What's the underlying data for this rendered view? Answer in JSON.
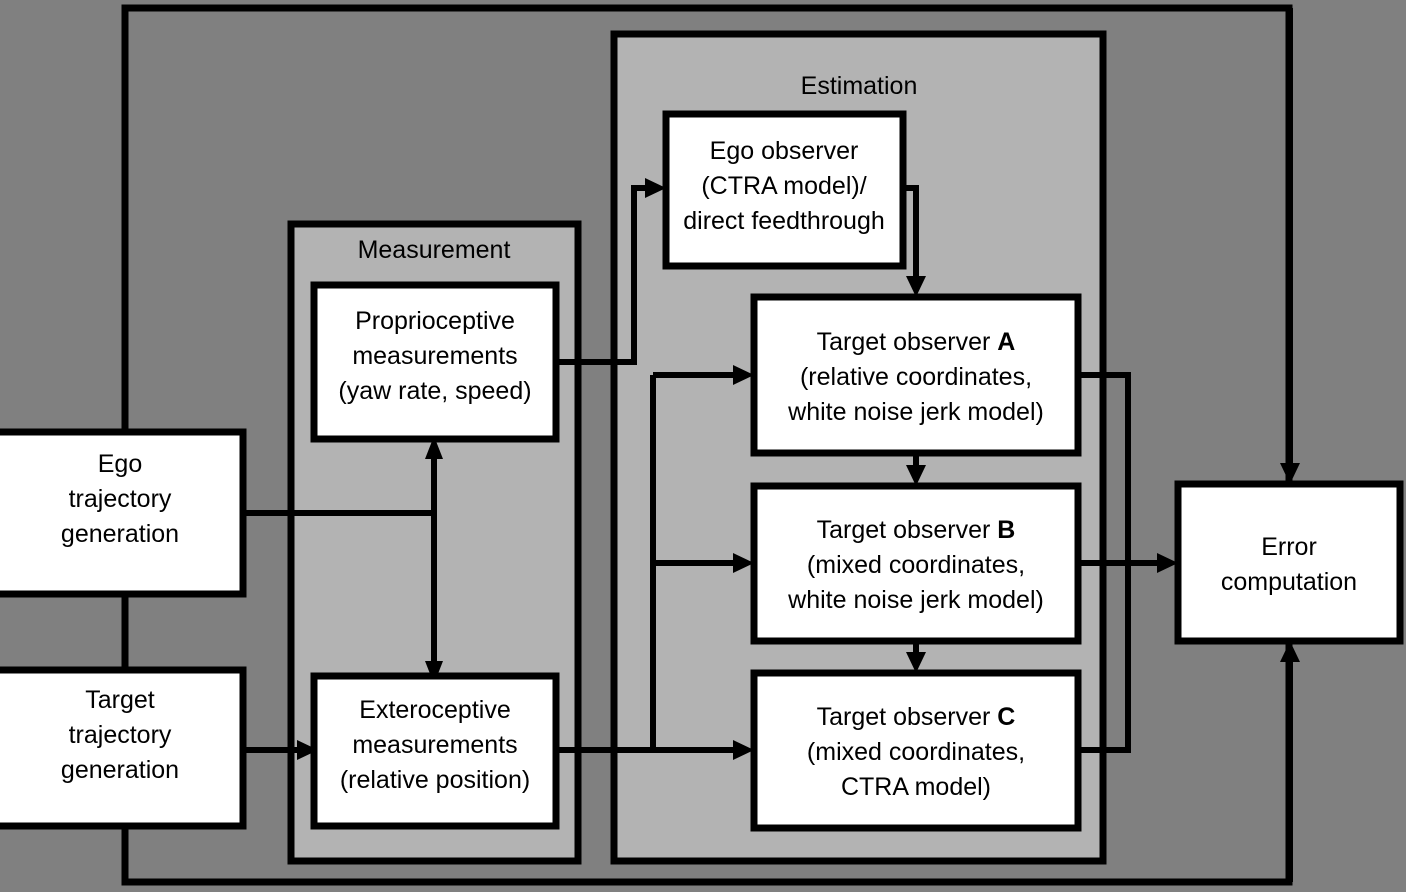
{
  "figure": {
    "background_color": "#808080",
    "panel_color": "#b3b3b3",
    "box_color": "#ffffff",
    "line_color": "#000000"
  },
  "panels": [
    {
      "id": "measurement",
      "label": "Measurement"
    },
    {
      "id": "estimation",
      "label": "Estimation"
    }
  ],
  "blocks": {
    "ego_trajectory": {
      "lines": [
        "Ego",
        "trajectory",
        "generation"
      ]
    },
    "target_trajectory": {
      "lines": [
        "Target",
        "trajectory",
        "generation"
      ]
    },
    "proprioceptive": {
      "lines": [
        "Proprioceptive",
        "measurements",
        "(yaw rate, speed)"
      ]
    },
    "exteroceptive": {
      "lines": [
        "Exteroceptive",
        "measurements",
        "(relative position)"
      ]
    },
    "ego_observer": {
      "lines": [
        "Ego observer",
        "(CTRA model)/",
        "direct feedthrough"
      ]
    },
    "target_observer_a": {
      "line1_prefix": "Target observer ",
      "line1_bold": "A",
      "lines": [
        "(relative coordinates,",
        "white noise jerk model)"
      ]
    },
    "target_observer_b": {
      "line1_prefix": "Target observer ",
      "line1_bold": "B",
      "lines": [
        "(mixed coordinates,",
        "white noise jerk model)"
      ]
    },
    "target_observer_c": {
      "line1_prefix": "Target observer ",
      "line1_bold": "C",
      "lines": [
        "(mixed coordinates,",
        "CTRA model)"
      ]
    },
    "error_computation": {
      "lines": [
        "Error",
        "computation"
      ]
    }
  }
}
